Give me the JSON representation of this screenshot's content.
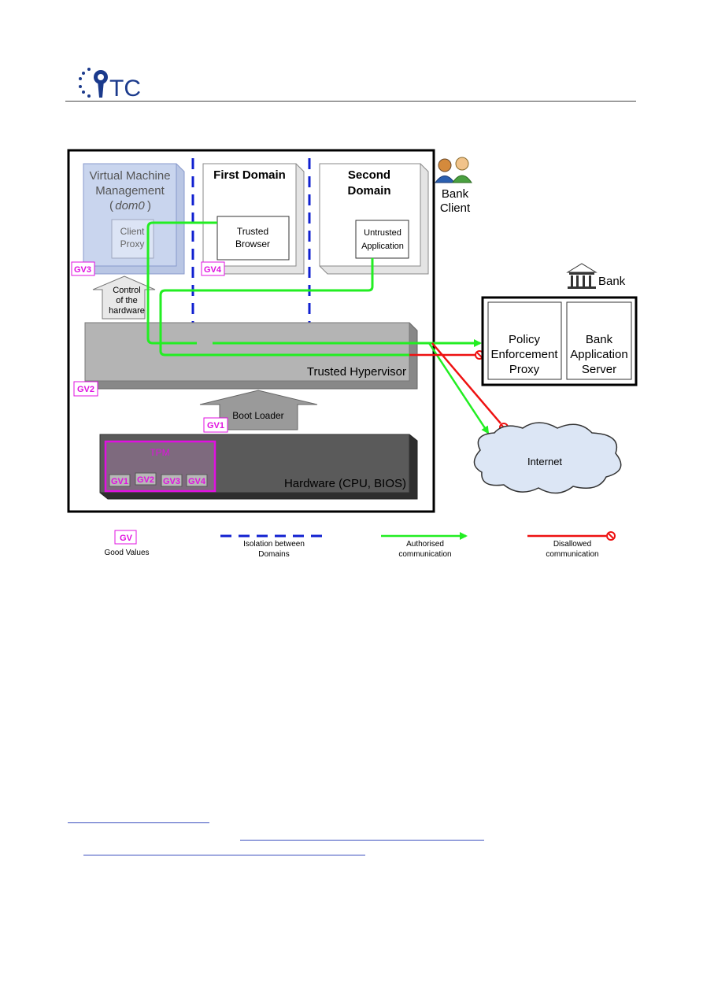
{
  "logo": {
    "text": "TC"
  },
  "vmm": {
    "title_line1": "Virtual Machine",
    "title_line2": "Management",
    "dom0": "dom0",
    "client_proxy_line1": "Client",
    "client_proxy_line2": "Proxy"
  },
  "first_domain": {
    "title": "First Domain",
    "app_line1": "Trusted",
    "app_line2": "Browser"
  },
  "second_domain": {
    "title_line1": "Second",
    "title_line2": "Domain",
    "app_line1": "Untrusted",
    "app_line2": "Application"
  },
  "control": {
    "line1": "Control",
    "line2": "of the",
    "line3": "hardware"
  },
  "hypervisor": {
    "label": "Trusted Hypervisor"
  },
  "boot_loader": {
    "label": "Boot Loader"
  },
  "hardware": {
    "label": "Hardware (CPU, BIOS)",
    "tpm_label": "TPM",
    "tpm_values": [
      "GV1",
      "GV2",
      "GV3",
      "GV4"
    ]
  },
  "gv_tags": {
    "gv1": "GV1",
    "gv2": "GV2",
    "gv3": "GV3",
    "gv4": "GV4"
  },
  "bank_client": {
    "line1": "Bank",
    "line2": "Client"
  },
  "bank": {
    "label": "Bank",
    "pep_line1": "Policy",
    "pep_line2": "Enforcement",
    "pep_line3": "Proxy",
    "server_line1": "Bank",
    "server_line2": "Application",
    "server_line3": "Server"
  },
  "internet": {
    "label": "Internet"
  },
  "legend": {
    "gv_box": "GV",
    "gv_text": "Good Values",
    "isolation_line1": "Isolation between",
    "isolation_line2": "Domains",
    "authorised_line1": "Authorised",
    "authorised_line2": "communication",
    "disallowed_line1": "Disallowed",
    "disallowed_line2": "communication"
  },
  "colors": {
    "magenta": "#e010e0",
    "green": "#22ee22",
    "red": "#ee1111",
    "isolation_blue": "#1020d0",
    "vmm_blue": "#c9d5ee"
  }
}
